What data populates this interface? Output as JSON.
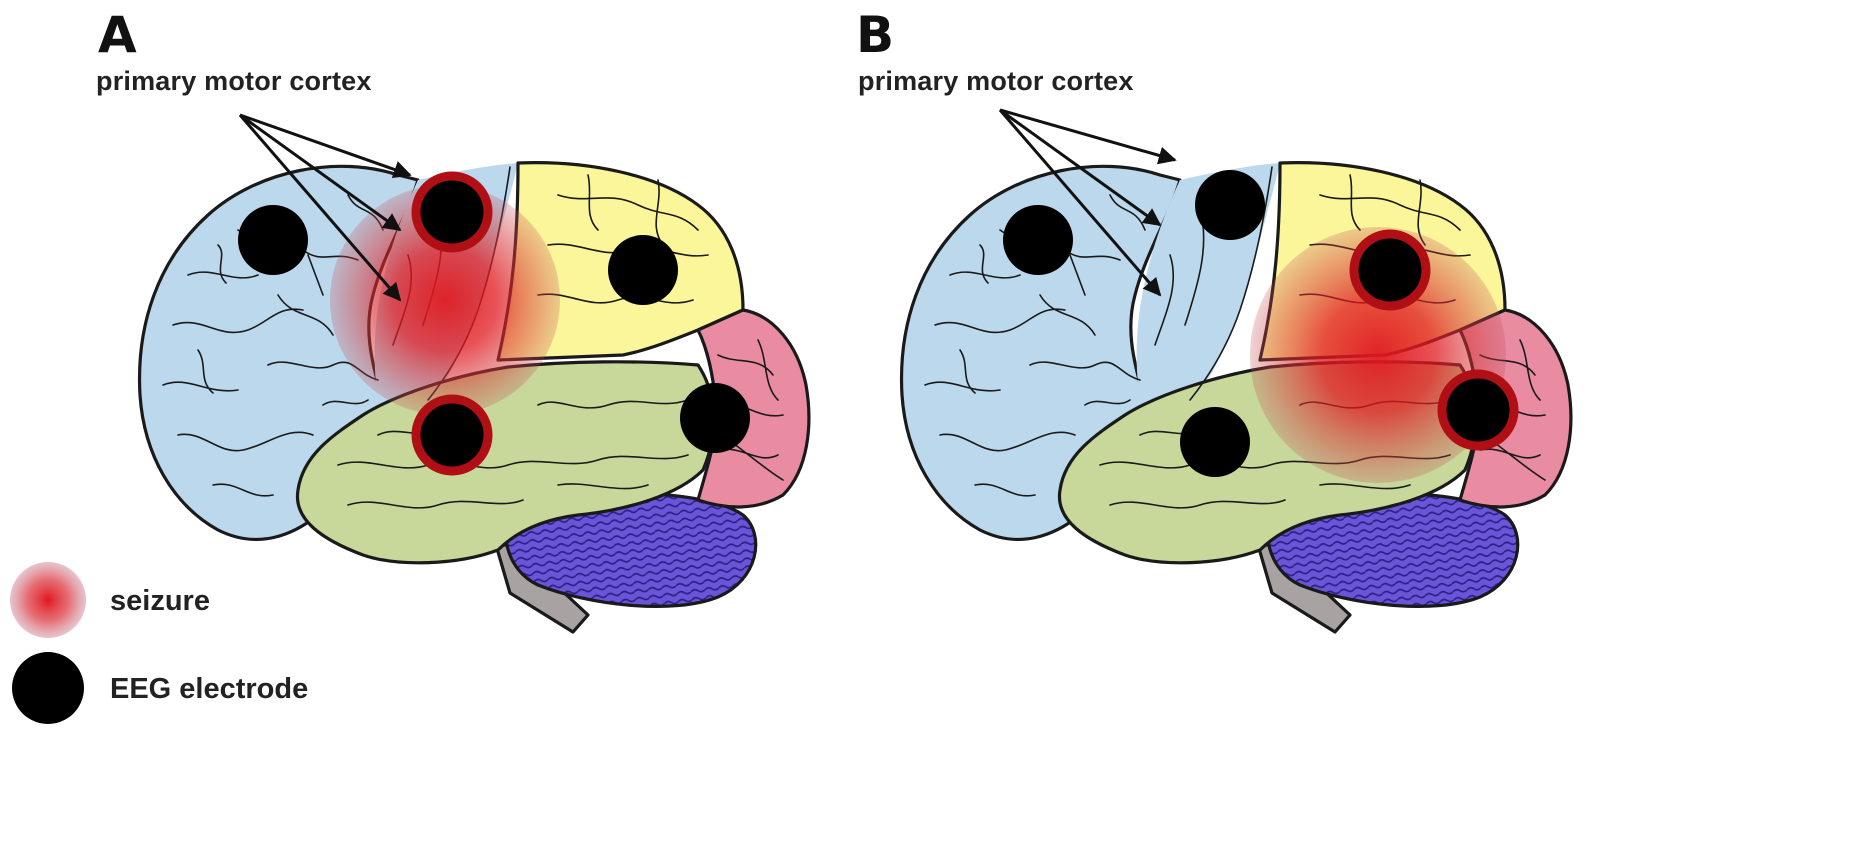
{
  "panels": [
    {
      "letter": "A",
      "label": "primary motor cortex"
    },
    {
      "letter": "B",
      "label": "primary motor cortex"
    }
  ],
  "legend": {
    "seizure": "seizure",
    "electrode": "EEG electrode"
  },
  "colors": {
    "frontal": "#bcd8ec",
    "parietal": "#fbf699",
    "temporal": "#c7d89a",
    "occipital": "#e98ca2",
    "cerebellum": "#6a55d6",
    "brainstem": "#a9a2a3",
    "seizure": "#e0191f",
    "electrode": "#000000",
    "electrode_ring": "#b01015"
  }
}
